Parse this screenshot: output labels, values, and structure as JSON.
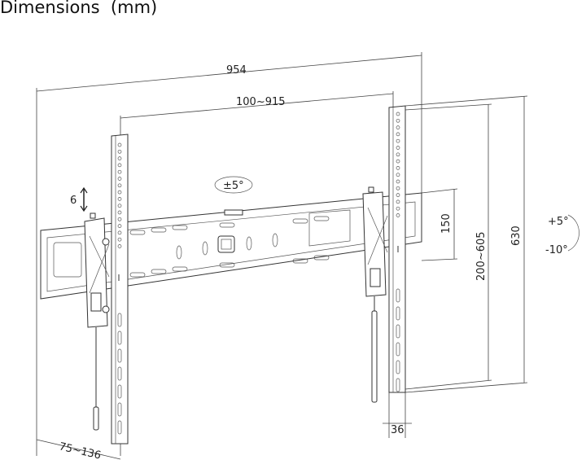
{
  "title": "Dimensions  (mm)",
  "dimensions": {
    "overall_width": "954",
    "vesa_width": "100~915",
    "vesa_height": "200~605",
    "overall_height": "630",
    "plate_height": "150",
    "rail_width": "36",
    "wall_distance": "75~136",
    "vertical_adjust": "6",
    "lateral_rotation": "±5°",
    "tilt_up": "+5°",
    "tilt_down": "-10°"
  },
  "colors": {
    "line": "#333333",
    "background": "#ffffff"
  }
}
